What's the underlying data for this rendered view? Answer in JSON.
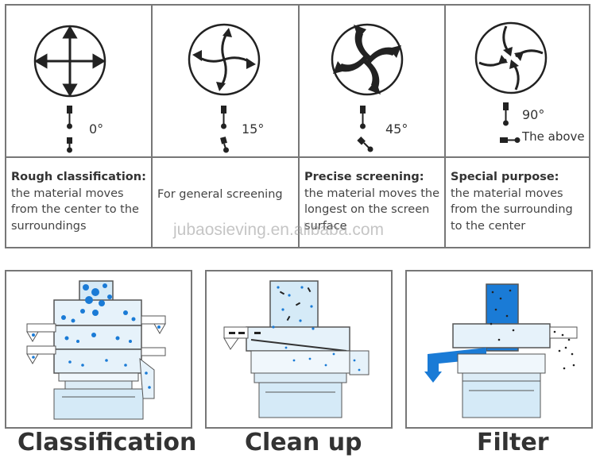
{
  "columns": [
    {
      "angle": "0°",
      "title": "Rough classification:",
      "body": "the material moves from the center to the surroundings"
    },
    {
      "angle": "15°",
      "title": "",
      "body": "For general screening"
    },
    {
      "angle": "45°",
      "title": "Precise screening:",
      "body": "the material moves the longest on the screen surface"
    },
    {
      "angle": "90°",
      "extra": "The above",
      "title": "Special purpose:",
      "body": "the material moves from the surrounding to the center"
    }
  ],
  "watermark": "jubaosieving.en.alibaba.com",
  "panels": [
    {
      "caption": "Classification"
    },
    {
      "caption": "Clean up"
    },
    {
      "caption": "Filter"
    }
  ],
  "colors": {
    "accent_blue": "#1a7bd6",
    "machine_light": "#d5eaf7",
    "line": "#555555"
  }
}
